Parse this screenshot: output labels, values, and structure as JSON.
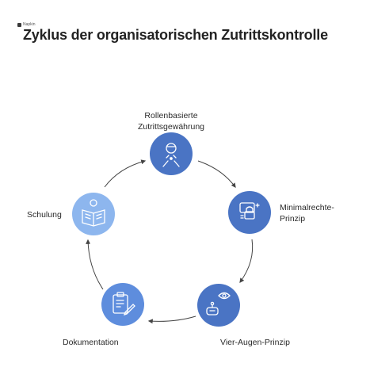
{
  "brand": {
    "text": "Napkin"
  },
  "title": "Zyklus der organisatorischen Zutrittskontrolle",
  "colors": {
    "node_dark": "#4A74C4",
    "node_mid": "#5E8DDD",
    "node_light": "#8DB6EE",
    "arrow": "#444444"
  },
  "steps": [
    {
      "label_lines": [
        "Rollenbasierte",
        "Zutrittsgewährung"
      ],
      "icon": "user-access-icon"
    },
    {
      "label_lines": [
        "Minimalrechte-",
        "Prinzip"
      ],
      "icon": "lock-icon"
    },
    {
      "label_lines": [
        "Vier-Augen-Prinzip"
      ],
      "icon": "eye-robot-icon"
    },
    {
      "label_lines": [
        "Dokumentation"
      ],
      "icon": "clipboard-pen-icon"
    },
    {
      "label_lines": [
        "Schulung"
      ],
      "icon": "reading-person-icon"
    }
  ]
}
